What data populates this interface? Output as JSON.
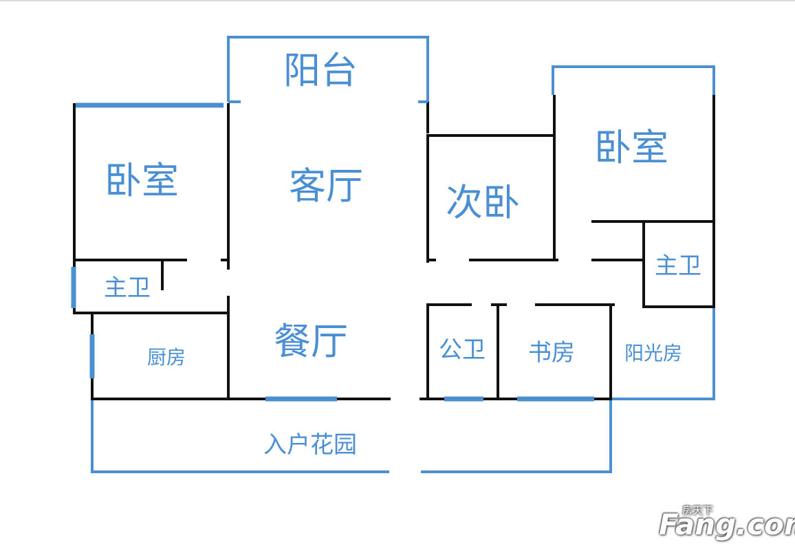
{
  "colors": {
    "wall": "#111111",
    "window": "#4a90d0",
    "label": "#4a8fd4"
  },
  "rooms": {
    "balcony": "阳台",
    "bedroom_left": "卧室",
    "living_room": "客厅",
    "second_bedroom": "次卧",
    "bedroom_right": "卧室",
    "master_bath_left": "主卫",
    "master_bath_right": "主卫",
    "kitchen": "厨房",
    "dining_room": "餐厅",
    "public_bath": "公卫",
    "study": "书房",
    "sunroom": "阳光房",
    "entry_garden": "入户花园"
  },
  "watermark": {
    "line1": "房天下",
    "line2": "Fang.com"
  }
}
